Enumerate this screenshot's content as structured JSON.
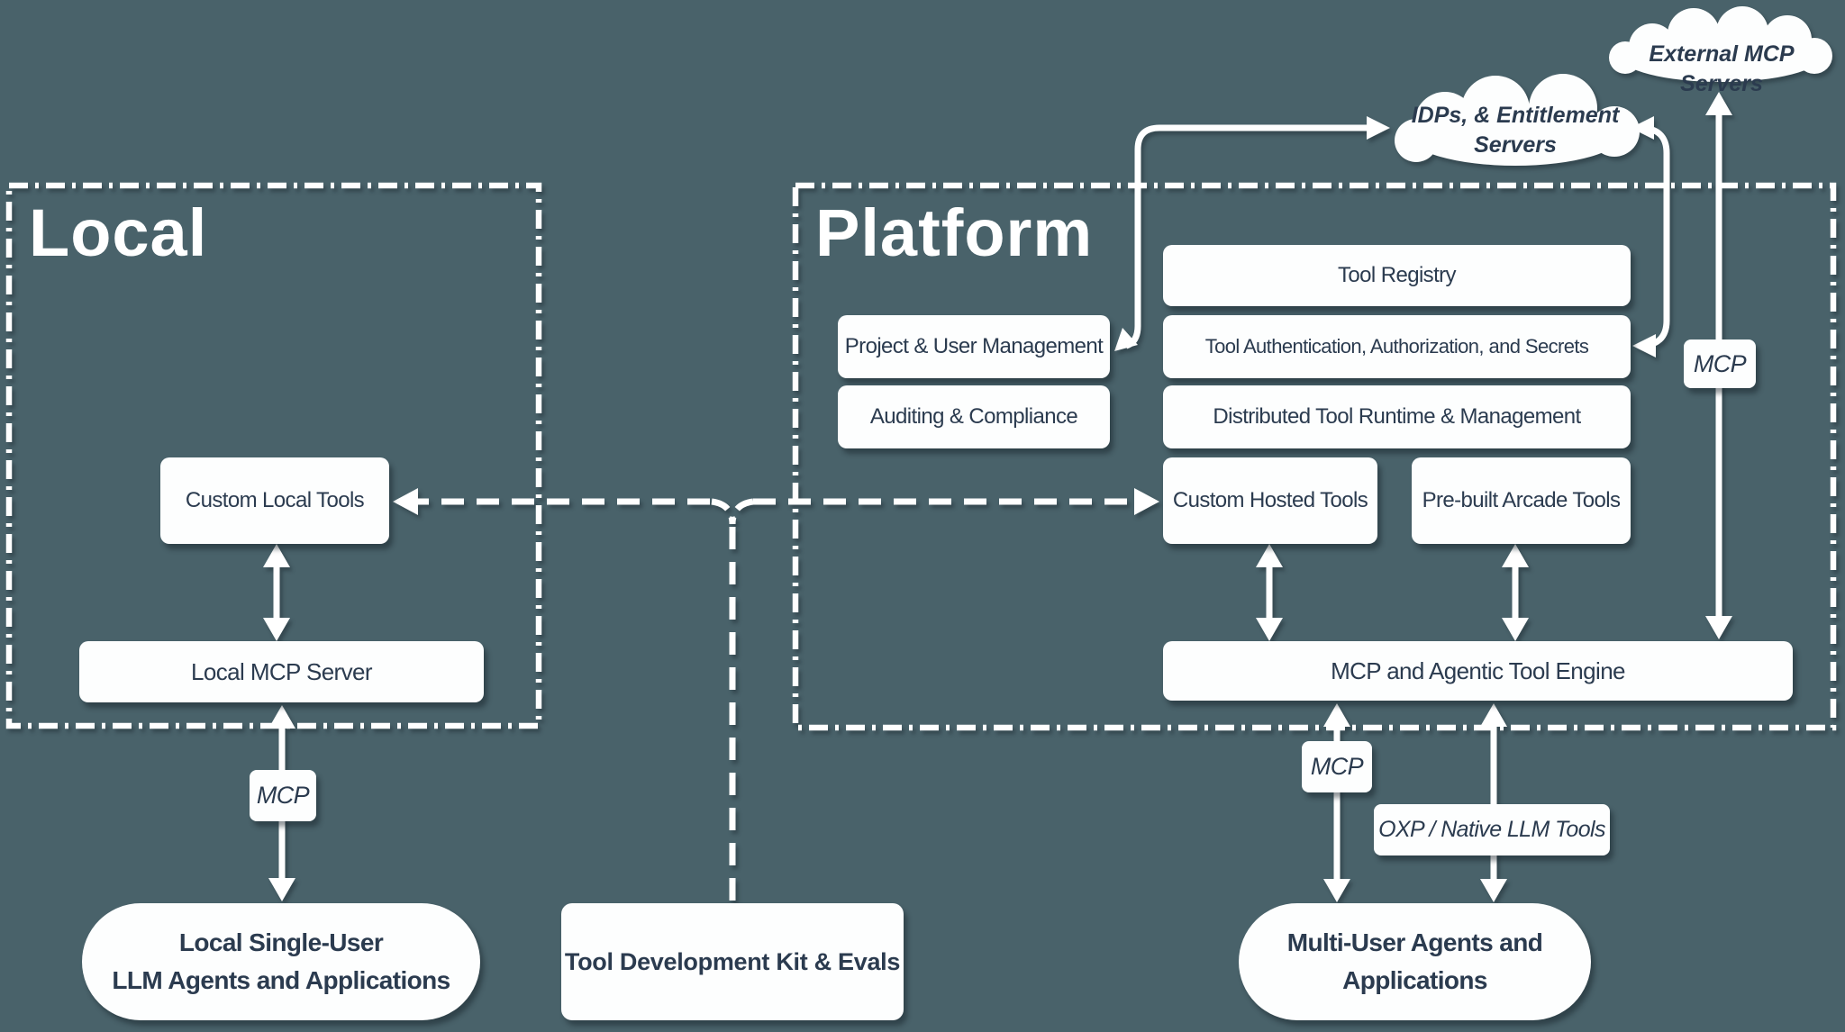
{
  "colors": {
    "background": "#49626A",
    "node_fill": "#FFFFFF",
    "node_text": "#2B3B4F",
    "line": "#FFFFFF"
  },
  "regions": {
    "local_title": "Local",
    "platform_title": "Platform"
  },
  "clouds": {
    "external_mcp": "External MCP Servers",
    "idps_line1": "IDPs, & Entitlement",
    "idps_line2": "Servers"
  },
  "local": {
    "custom_local_tools": "Custom Local Tools",
    "local_mcp_server": "Local MCP Server",
    "mcp_protocol_label": "MCP",
    "agents_pill_line1": "Local Single-User",
    "agents_pill_line2": "LLM Agents and Applications"
  },
  "platform": {
    "tool_registry": "Tool Registry",
    "project_user_management": "Project & User Management",
    "tool_auth": "Tool Authentication, Authorization, and Secrets",
    "auditing_compliance": "Auditing & Compliance",
    "distributed_runtime": "Distributed Tool Runtime & Management",
    "custom_hosted_tools": "Custom Hosted Tools",
    "prebuilt_arcade_tools": "Pre-built Arcade Tools",
    "engine": "MCP and Agentic Tool Engine",
    "mcp_engine_label": "MCP",
    "mcp_external_label": "MCP",
    "oxp_label": "OXP / Native LLM Tools",
    "agents_pill_line1": "Multi-User Agents and",
    "agents_pill_line2": "Applications"
  },
  "shared": {
    "tool_dev_kit": "Tool Development Kit & Evals"
  }
}
